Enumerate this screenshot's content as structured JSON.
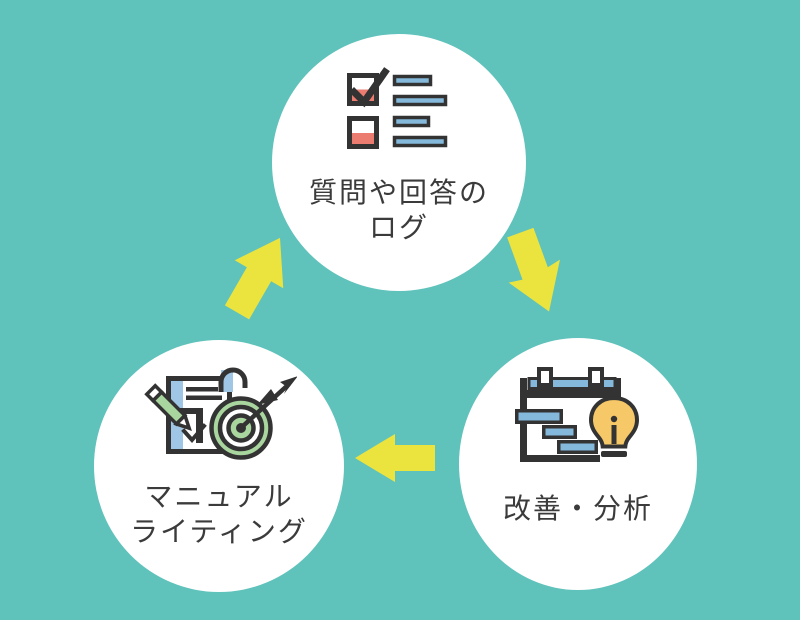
{
  "diagram": {
    "type": "cycle",
    "nodes": [
      {
        "id": "qa-log",
        "icon": "checklist-icon",
        "lines": [
          "質問や回答の",
          "ログ"
        ]
      },
      {
        "id": "improve-analyze",
        "icon": "gantt-chart-lightbulb-icon",
        "lines": [
          "改善・分析"
        ]
      },
      {
        "id": "manual-writing",
        "icon": "pencil-document-target-icon",
        "lines": [
          "マニュアル",
          "ライティング"
        ]
      }
    ],
    "arrows": [
      {
        "from": "qa-log",
        "to": "improve-analyze",
        "direction": "down-right"
      },
      {
        "from": "improve-analyze",
        "to": "manual-writing",
        "direction": "left"
      },
      {
        "from": "manual-writing",
        "to": "qa-log",
        "direction": "up-right"
      }
    ]
  },
  "colors": {
    "background": "#5FC2BB",
    "node_fill": "#FFFFFF",
    "arrow": "#ECE43E",
    "outline": "#333333",
    "text": "#3B3B3B",
    "salmon": "#ED7C70",
    "blue": "#85B9DB",
    "light_blue": "#9FC7E5",
    "green": "#A9D69E",
    "bulb_yellow": "#F6C868"
  }
}
